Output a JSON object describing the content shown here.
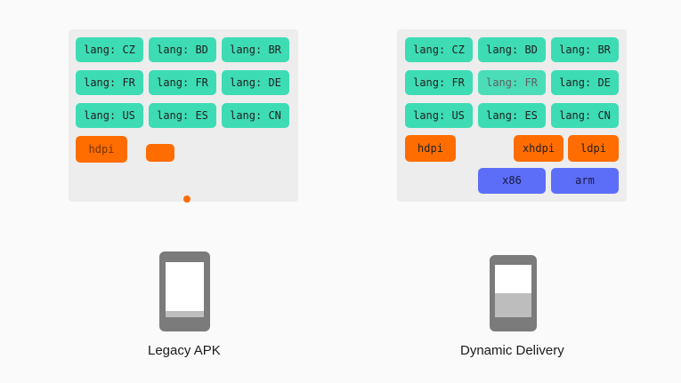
{
  "colors": {
    "lang_chip": "#3ddcb4",
    "dpi_chip": "#ff6d00",
    "abi_chip": "#5c6ef8",
    "panel": "#ededed",
    "phone": "#7b7b7b",
    "phone_fill": "#bdbdbd"
  },
  "legacy": {
    "caption": "Legacy APK",
    "lang_chips": [
      "lang: CZ",
      "lang: BD",
      "lang: BR",
      "lang: FR",
      "lang: FR",
      "lang: DE",
      "lang: US",
      "lang: ES",
      "lang: CN"
    ],
    "dpi_chips": [
      "hdpi",
      ""
    ],
    "phone_fill_fraction": 0.12
  },
  "dynamic": {
    "caption": "Dynamic Delivery",
    "lang_chips": [
      "lang: CZ",
      "lang: BD",
      "lang: BR",
      "lang: FR",
      "lang: FR",
      "lang: DE",
      "lang: US",
      "lang: ES",
      "lang: CN"
    ],
    "dpi_chips": [
      "hdpi",
      "xhdpi",
      "ldpi"
    ],
    "abi_chips": [
      "x86",
      "arm"
    ],
    "phone_fill_fraction": 0.45
  }
}
